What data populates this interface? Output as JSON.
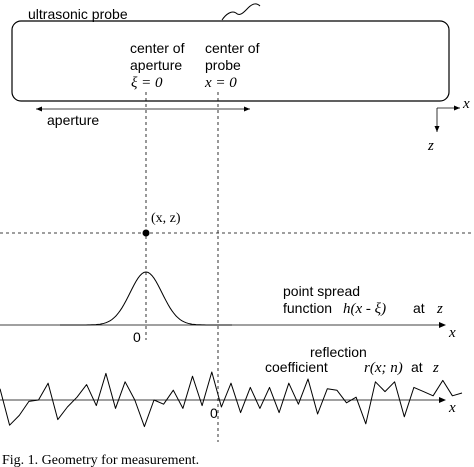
{
  "labels": {
    "probe": "ultrasonic probe",
    "aperture_center_line1": "center of",
    "aperture_center_line2": "aperture",
    "aperture_center_eq": "ξ = 0",
    "probe_center_line1": "center of",
    "probe_center_line2": "probe",
    "probe_center_eq": "x = 0",
    "aperture": "aperture",
    "axis_x": "x",
    "axis_z": "z",
    "point": "(x, z)",
    "psf_line1": "point spread",
    "psf_line2_prefix": "function",
    "psf_func": "h(x - ξ)",
    "psf_suffix": "at",
    "psf_z": "z",
    "psf_origin": "0",
    "psf_axis": "x",
    "refl_line1": "reflection",
    "refl_line2_prefix": "coefficient",
    "refl_func": "r(x; n)",
    "refl_suffix": "at",
    "refl_z": "z",
    "refl_origin": "0",
    "refl_axis": "x",
    "caption": "Fig. 1. Geometry for measurement."
  },
  "colors": {
    "ink": "#000000",
    "background": "#ffffff"
  },
  "signal": [
    46,
    72,
    65,
    55,
    54,
    42,
    68,
    59,
    52,
    43,
    58,
    35,
    60,
    41,
    54,
    73,
    54,
    57,
    47,
    60,
    37,
    58,
    34,
    59,
    42,
    63,
    45,
    60,
    45,
    63,
    42,
    57,
    39,
    64,
    46,
    47,
    56,
    52,
    71,
    41,
    48,
    41,
    66,
    45,
    48,
    51,
    40,
    51,
    49
  ]
}
